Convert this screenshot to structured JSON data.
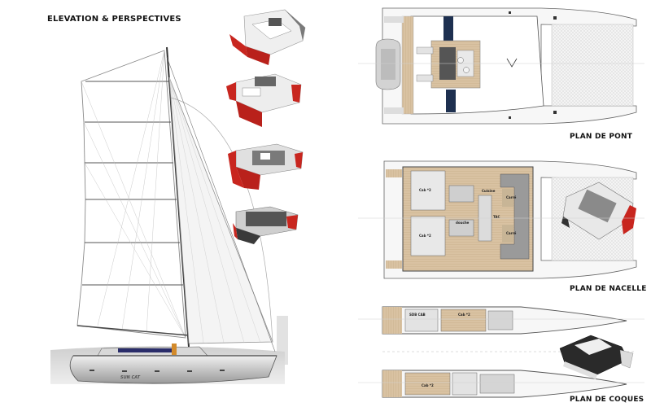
{
  "title": "ELEVATION & PERSPECTIVES",
  "plans": {
    "pont": "PLAN DE PONT",
    "nacelle": "PLAN DE NACELLE",
    "coques": "PLAN DE COQUES"
  },
  "rooms": {
    "cab_a": "Cab *2",
    "cab_b": "Cab *2",
    "cuisine": "Cuisine",
    "carre_a": "Carré",
    "carre_b": "Carré",
    "douche": "douche",
    "tac": "TAC",
    "sdb": "SDB CAB",
    "coque_cab_a": "Cab *2",
    "coque_cab_b": "Cab *2"
  },
  "colors": {
    "hull_red": "#c8261f",
    "wood": "#d8bf9e",
    "deck_grey": "#e4e4e4",
    "line": "#666666",
    "window_blue": "#1e3050"
  }
}
